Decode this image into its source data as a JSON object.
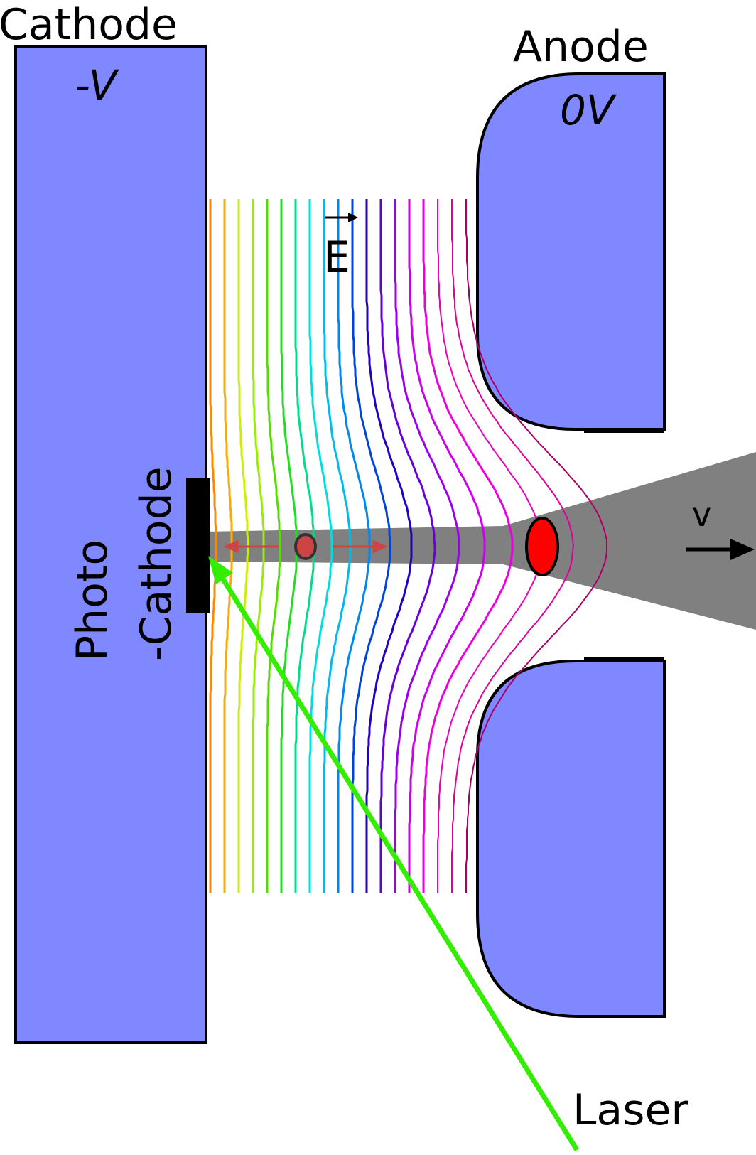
{
  "labels": {
    "cathode": "Cathode",
    "cathode_potential": "-V",
    "anode": "Anode",
    "anode_potential": "0V",
    "field": "E",
    "photocathode_line1": "Photo",
    "photocathode_line2": "-Cathode",
    "velocity": "v",
    "laser": "Laser"
  },
  "colors": {
    "electrode_fill": "#8088ff",
    "electrode_stroke": "#000000",
    "beam": "#808080",
    "laser": "#33ee00",
    "bunch": "#ff0000",
    "bunch_small": "#cc4444",
    "expansion_arrows": "#cc4444",
    "equipotentials": [
      "#ff8800",
      "#ffaa00",
      "#ccee00",
      "#99ee00",
      "#55dd00",
      "#22dd22",
      "#00dd88",
      "#00dddd",
      "#00bbee",
      "#0088ee",
      "#0044dd",
      "#2200cc",
      "#6600dd",
      "#9900ee",
      "#cc00ee",
      "#ee00dd",
      "#ee00bb",
      "#dd0099",
      "#aa0066"
    ]
  }
}
